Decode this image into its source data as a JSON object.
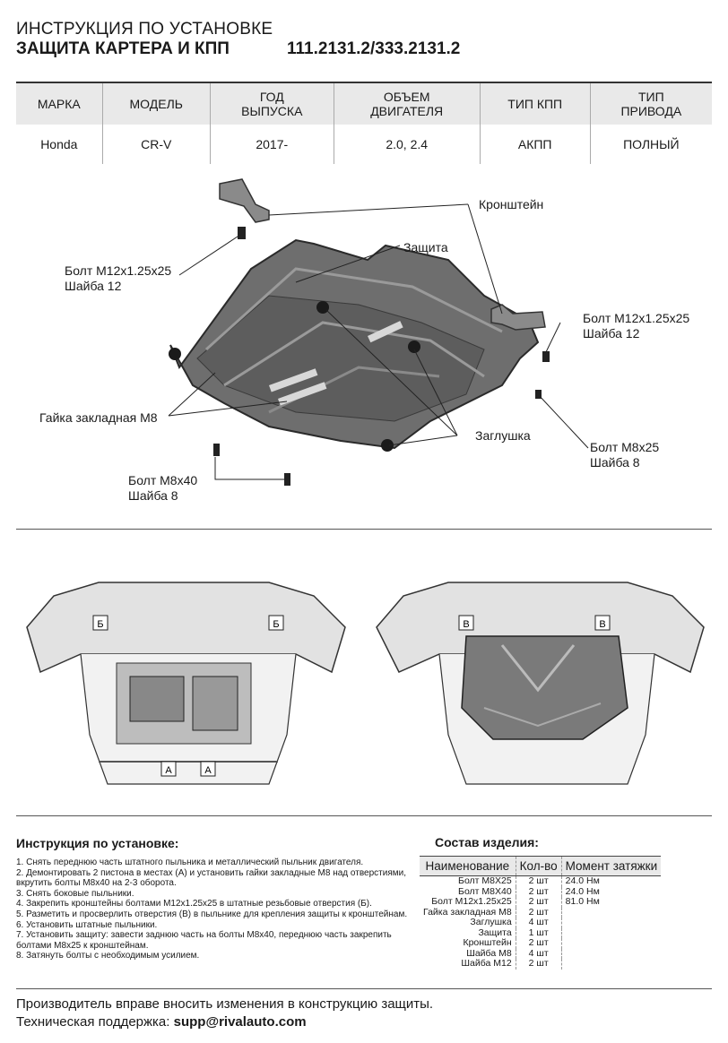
{
  "header": {
    "line1": "ИНСТРУКЦИЯ ПО УСТАНОВКЕ",
    "line2": "ЗАЩИТА КАРТЕРА И КПП",
    "code": "111.2131.2/333.2131.2"
  },
  "spec_table": {
    "headers": [
      [
        "МАРКА"
      ],
      [
        "МОДЕЛЬ"
      ],
      [
        "ГОД",
        "ВЫПУСКА"
      ],
      [
        "ОБЪЕМ",
        "ДВИГАТЕЛЯ"
      ],
      [
        "ТИП КПП"
      ],
      [
        "ТИП",
        "ПРИВОДА"
      ]
    ],
    "values": [
      "Honda",
      "CR-V",
      "2017-",
      "2.0, 2.4",
      "АКПП",
      "ПОЛНЫЙ"
    ]
  },
  "diagram": {
    "callouts": {
      "bracket": "Кронштейн",
      "shield": "Защита",
      "bolt_left_1": "Болт M12x1.25x25",
      "bolt_left_2": "Шайба 12",
      "bolt_right_1": "Болт M12x1.25x25",
      "bolt_right_2": "Шайба 12",
      "nut": "Гайка закладная M8",
      "plug": "Заглушка",
      "bolt_m8x25_1": "Болт M8x25",
      "bolt_m8x25_2": "Шайба 8",
      "bolt_m8x40_1": "Болт M8x40",
      "bolt_m8x40_2": "Шайба 8"
    },
    "markers": {
      "a": "А",
      "b": "Б",
      "v": "В"
    }
  },
  "instructions": {
    "title": "Инструкция по установке:",
    "steps": [
      "1. Снять переднюю часть штатного пыльника и металлический пыльник двигателя.",
      "2. Демонтировать 2 пистона в местах (А) и установить гайки закладные М8 над отверстиями, вкрутить болты М8х40 на 2-3 оборота.",
      "3. Снять боковые пыльники.",
      "4. Закрепить кронштейны болтами М12х1.25х25 в штатные резьбовые отверстия (Б).",
      "5. Разметить и просверлить отверстия (В) в пыльнике для крепления защиты к кронштейнам.",
      "6. Установить штатные пыльники.",
      "7. Установить защиту: завести заднюю часть на болты М8х40, переднюю часть закрепить болтами М8х25 к кронштейнам.",
      "8. Затянуть болты с необходимым усилием."
    ]
  },
  "parts": {
    "title": "Состав изделия:",
    "headers": {
      "name": "Наименование",
      "qty": "Кол-во",
      "torque": "Момент затяжки"
    },
    "rows": [
      {
        "name": "Болт M8X25",
        "qty": "2 шт",
        "torque": "24.0 Нм"
      },
      {
        "name": "Болт M8X40",
        "qty": "2 шт",
        "torque": "24.0 Нм"
      },
      {
        "name": "Болт M12x1.25x25",
        "qty": "2 шт",
        "torque": "81.0 Нм"
      },
      {
        "name": "Гайка закладная M8",
        "qty": "2 шт",
        "torque": ""
      },
      {
        "name": "Заглушка",
        "qty": "4 шт",
        "torque": ""
      },
      {
        "name": "Защита",
        "qty": "1 шт",
        "torque": ""
      },
      {
        "name": "Кронштейн",
        "qty": "2 шт",
        "torque": ""
      },
      {
        "name": "Шайба M8",
        "qty": "4 шт",
        "torque": ""
      },
      {
        "name": "Шайба M12",
        "qty": "2 шт",
        "torque": ""
      }
    ]
  },
  "footer": {
    "notice": "Производитель вправе вносить изменения в конструкцию защиты.",
    "support_label": "Техническая поддержка: ",
    "support_email": "supp@rivalauto.com"
  }
}
